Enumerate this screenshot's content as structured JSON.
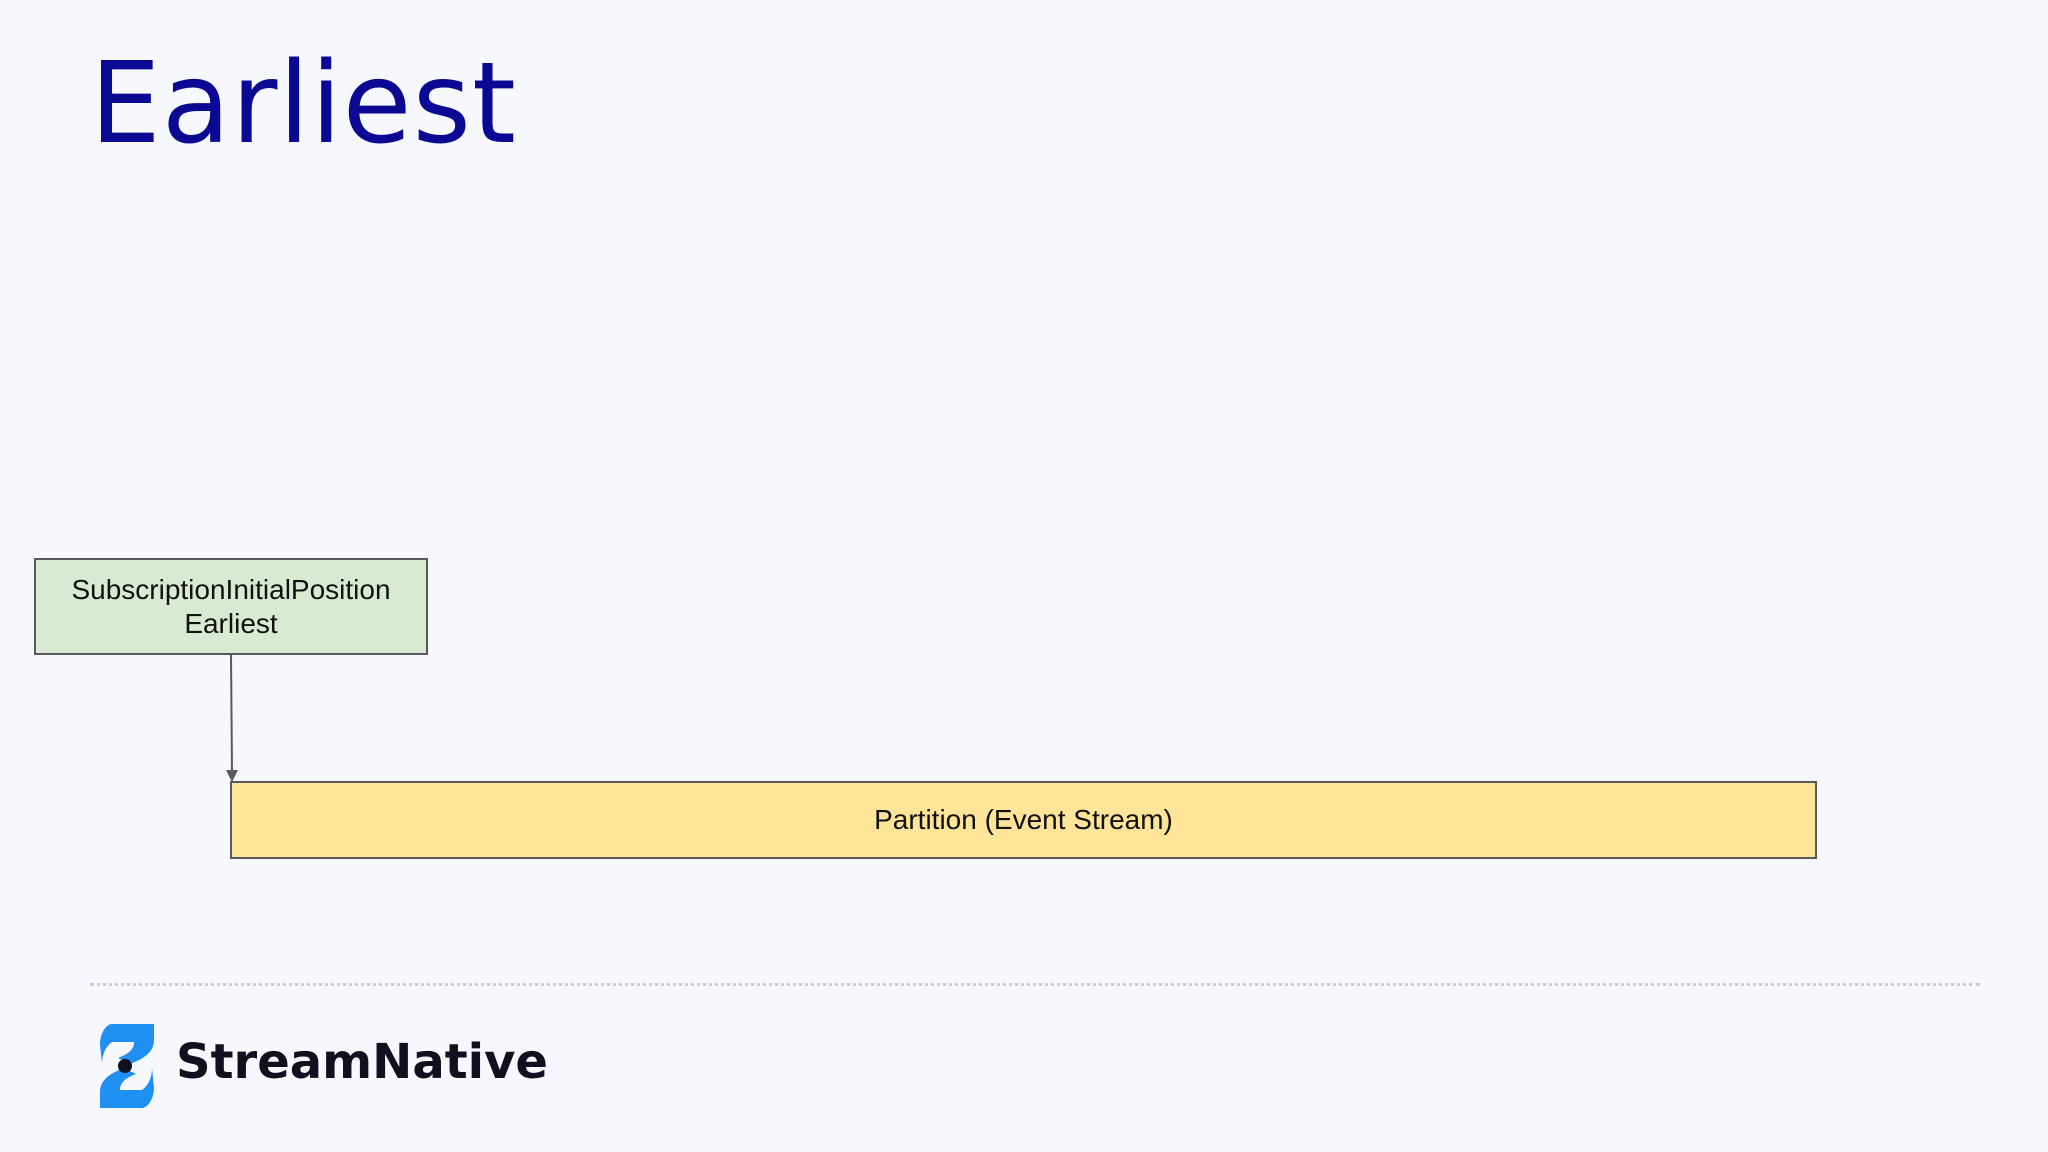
{
  "slide": {
    "title": "Earliest"
  },
  "diagram": {
    "position_box": {
      "line1": "SubscriptionInitialPosition",
      "line2": "Earliest"
    },
    "partition_box": {
      "label": "Partition (Event Stream)"
    }
  },
  "footer": {
    "brand_name": "StreamNative",
    "logo_icon": "streamnative-logo-icon"
  },
  "colors": {
    "title": "#0b0994",
    "position_box_fill": "#d9ead3",
    "partition_box_fill": "#ffe599",
    "background": "#f7f8fd",
    "logo_blue": "#1f8ff2"
  }
}
